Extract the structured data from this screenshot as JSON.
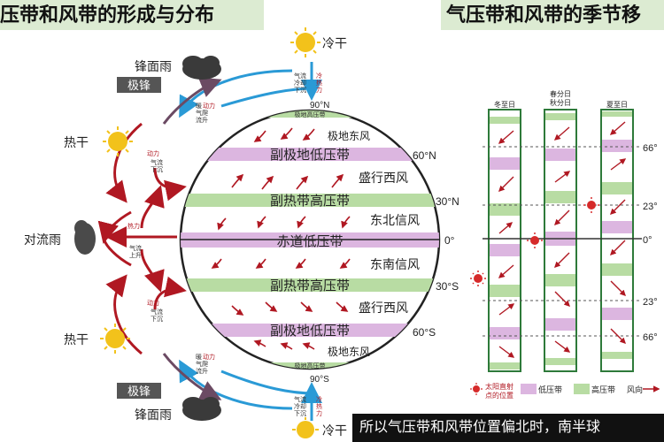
{
  "titles": {
    "left": "压带和风带的形成与分布",
    "right": "气压带和风带的季节移"
  },
  "globe": {
    "belts": [
      "副极地低压带",
      "副热带高压带",
      "赤道低压带",
      "副热带高压带",
      "副极地低压带"
    ],
    "winds": [
      "极地东风",
      "盛行西风",
      "东北信风",
      "东南信风",
      "盛行西风",
      "极地东风"
    ],
    "latitudes": [
      "90°N",
      "60°N",
      "30°N",
      "0°",
      "30°S",
      "60°S",
      "90°S"
    ],
    "pole_belt_n": "极地高压带",
    "pole_belt_s": "极地高压带"
  },
  "weather": {
    "cold_dry_top": "冷干",
    "cold_dry_bottom": "冷干",
    "frontal_rain_top": "锋面雨",
    "frontal_rain_bottom": "锋面雨",
    "polar_front_top": "极锋",
    "polar_front_bottom": "极锋",
    "hot_dry_top": "热干",
    "hot_dry_bottom": "热干",
    "convection_rain": "对流雨"
  },
  "flow_notes": {
    "pole_top": [
      "气流",
      "冷却",
      "下沉"
    ],
    "pole_top_red": [
      "冷",
      "热",
      "力"
    ],
    "pole_bottom": [
      "气流",
      "冷却",
      "下沉"
    ],
    "pole_bottom_red": [
      "冷",
      "热",
      "力"
    ],
    "front_top": [
      "暖",
      "气",
      "流",
      "爬",
      "升"
    ],
    "front_top_red": [
      "动力"
    ],
    "front_bottom": [
      "暖",
      "气",
      "流",
      "爬",
      "升"
    ],
    "front_bottom_red": [
      "动力"
    ],
    "sub_top": [
      "气流",
      "下沉"
    ],
    "sub_top_red": [
      "动力"
    ],
    "sub_bottom": [
      "气流",
      "下沉"
    ],
    "sub_bottom_red": [
      "动力"
    ],
    "equator": [
      "气流",
      "上升"
    ],
    "equator_red": [
      "热力"
    ]
  },
  "seasons": {
    "columns": [
      "冬至日",
      "春分日\n秋分日",
      "夏至日"
    ],
    "lat_marks": [
      "66°",
      "23°",
      "0°",
      "23°",
      "66°"
    ]
  },
  "legend": {
    "sun_label": "太阳直射点的位置",
    "low": "低压带",
    "high": "高压带",
    "wind": "风向"
  },
  "caption": "所以气压带和风带位置偏北时，南半球",
  "colors": {
    "low_belt": "#dcb6e0",
    "high_belt": "#b8dca3",
    "red": "#b01822",
    "blue": "#2a9ad6",
    "title_bg": "#dcebd2",
    "sun": "#f2c21b"
  }
}
